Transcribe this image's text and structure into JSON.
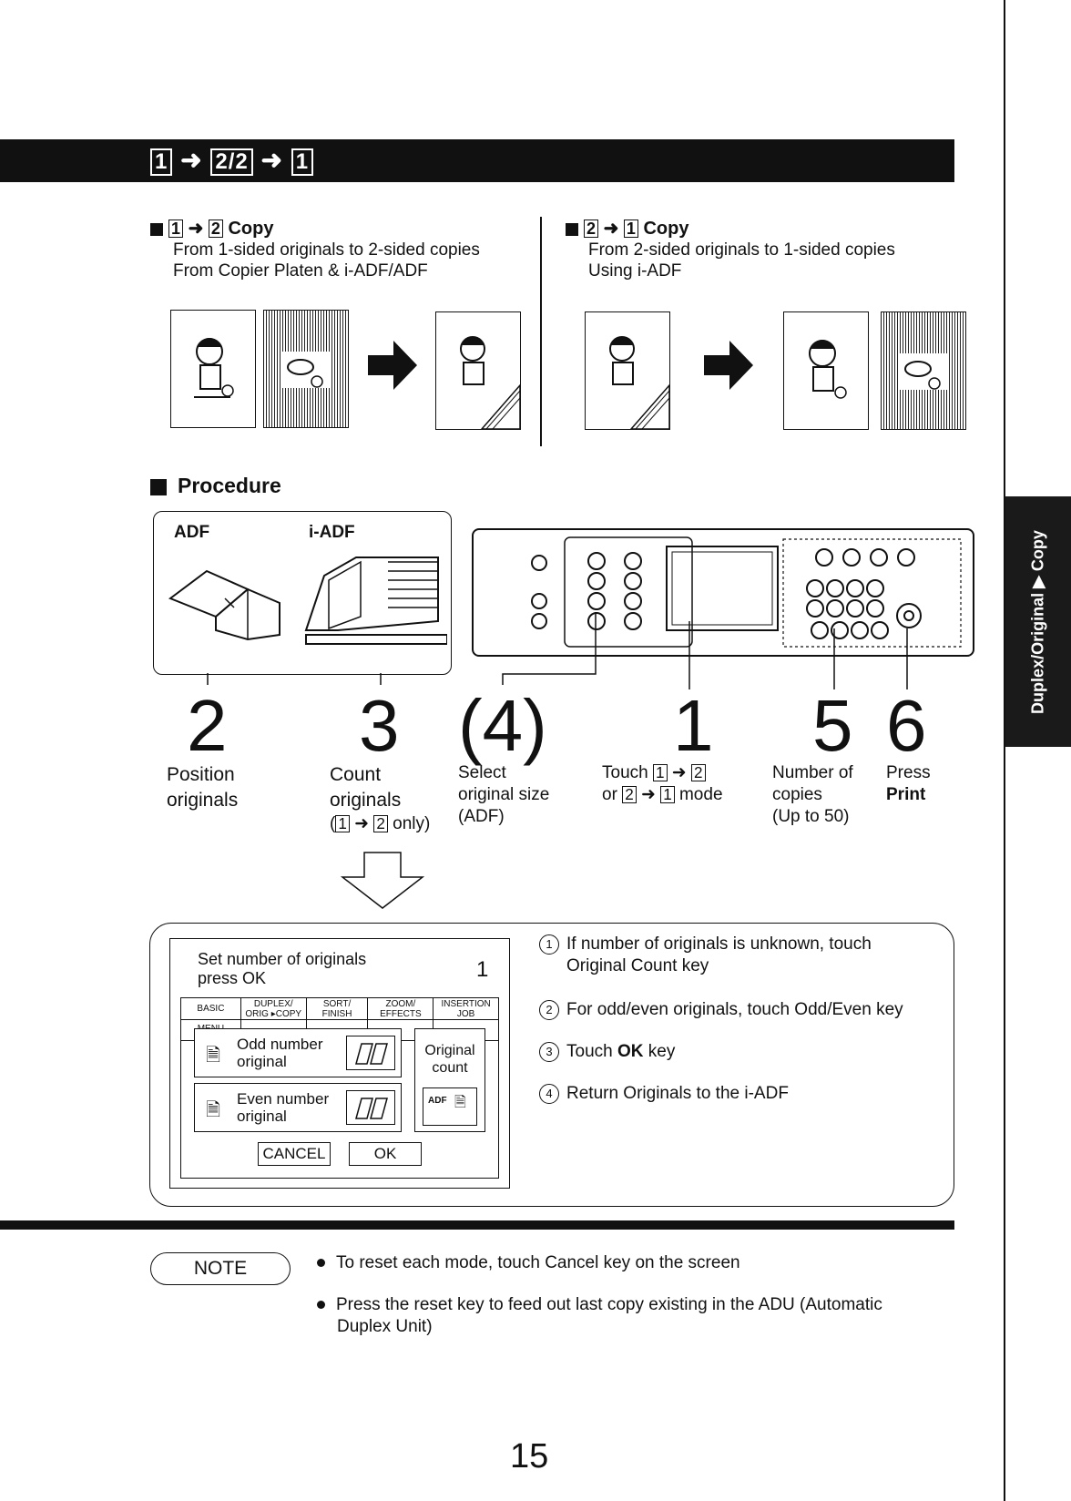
{
  "header": {
    "title_parts": [
      "1",
      "2/2",
      "1"
    ]
  },
  "side_tab": {
    "label": "Duplex/Original ▶ Copy"
  },
  "copy_left": {
    "from": "1",
    "to": "2",
    "label": "Copy",
    "line1": "From 1-sided originals to 2-sided copies",
    "line2": "From Copier Platen & i-ADF/ADF"
  },
  "copy_right": {
    "from": "2",
    "to": "1",
    "label": "Copy",
    "line1": "From 2-sided originals to 1-sided copies",
    "line2": "Using i-ADF"
  },
  "procedure": {
    "title": "Procedure",
    "adf_label": "ADF",
    "iadf_label": "i-ADF"
  },
  "steps": [
    {
      "num": "2",
      "line1": "Position",
      "line2": "originals"
    },
    {
      "num": "3",
      "line1": "Count",
      "line2": "originals",
      "line3_pre": "(",
      "from": "1",
      "to": "2",
      "line3_post": " only)"
    },
    {
      "num": "(4)",
      "line1": "Select",
      "line2": "original size",
      "line3": "(ADF)"
    },
    {
      "num": "1",
      "line1_pre": "Touch ",
      "a": "1",
      "b": "2",
      "line2_pre": "or ",
      "c": "2",
      "d": "1",
      "line2_post": " mode"
    },
    {
      "num": "5",
      "line1": "Number of",
      "line2": "copies",
      "line3": "(Up to 50)"
    },
    {
      "num": "6",
      "line1": "Press",
      "line2": "Print"
    }
  ],
  "screen": {
    "prompt1": "Set number of originals",
    "prompt2": "press OK",
    "count": "1",
    "tabs": [
      "BASIC MENU",
      "DUPLEX/ ORIG ▸COPY",
      "SORT/ FINISH",
      "ZOOM/ EFFECTS",
      "INSERTION JOB"
    ],
    "odd_label1": "Odd number",
    "odd_label2": "original",
    "even_label1": "Even number",
    "even_label2": "original",
    "count_label1": "Original",
    "count_label2": "count",
    "adf_icon_text": "ADF",
    "cancel": "CANCEL",
    "ok": "OK"
  },
  "instructions": [
    {
      "n": "1",
      "text1": "If number of originals is unknown, touch",
      "text2": "Original Count key"
    },
    {
      "n": "2",
      "text1": "For odd/even originals, touch Odd/Even key"
    },
    {
      "n": "3",
      "text_pre": "Touch ",
      "text_bold": "OK",
      "text_post": " key"
    },
    {
      "n": "4",
      "text1": "Return Originals to the i-ADF"
    }
  ],
  "note": {
    "label": "NOTE",
    "items": [
      "To reset each mode, touch Cancel key on the screen",
      "Press the reset key to feed out last copy existing in the ADU (Automatic Duplex Unit)"
    ]
  },
  "page_number": "15"
}
